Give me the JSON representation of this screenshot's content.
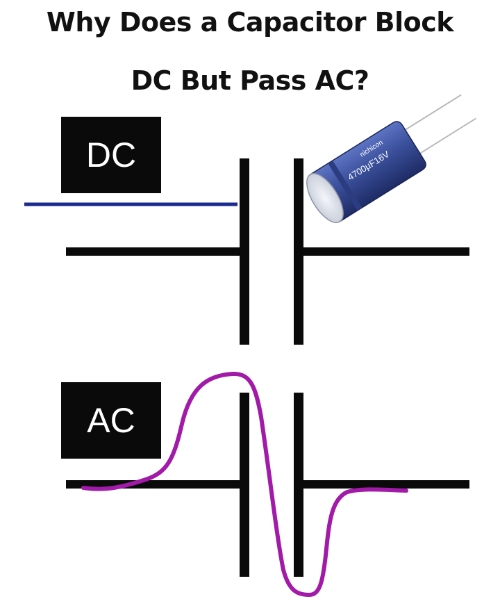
{
  "title": {
    "line1": "Why Does a Capacitor Block",
    "line2": "DC But Pass AC?"
  },
  "labels": {
    "dc": "DC",
    "ac": "AC"
  },
  "capacitor_photo": {
    "marking": "4700µF16V",
    "brand": "nichicon",
    "color": "#3a4f9a"
  },
  "colors": {
    "wire": "#0a0a0a",
    "dc_signal": "#1b2a8f",
    "ac_signal": "#a21aa8"
  }
}
